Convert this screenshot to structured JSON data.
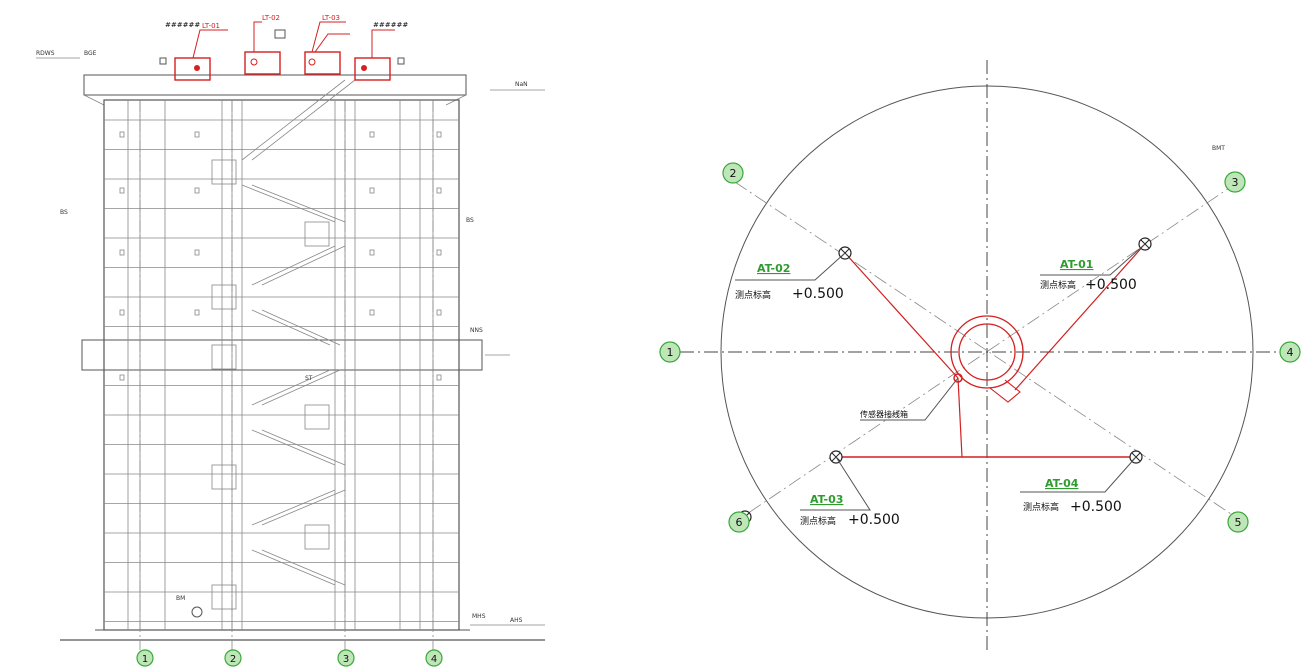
{
  "elevation": {
    "grid_labels": [
      "1",
      "2",
      "3",
      "4"
    ],
    "sensor_tags": [
      "LT-01",
      "LT-02",
      "LT-03"
    ],
    "tiny_notes": {
      "top_left": [
        "RDWS",
        "BGE"
      ],
      "right_upper": "NaN",
      "mid_left": "BS",
      "mid_right": "BS",
      "mid_band": "NNS",
      "bottom_left": "BM",
      "bottom_right": "MHS",
      "bottom_right2": "AHS",
      "stair_note": "ST"
    }
  },
  "plan": {
    "note_top_right": "BMT",
    "axis_labels": [
      "1",
      "2",
      "3",
      "4",
      "5",
      "6"
    ],
    "points": [
      {
        "tag": "AT-02",
        "level": "+0.500",
        "prefix": "测点标高"
      },
      {
        "tag": "AT-01",
        "level": "+0.500",
        "prefix": "测点标高"
      },
      {
        "tag": "AT-03",
        "level": "+0.500",
        "prefix": "测点标高"
      },
      {
        "tag": "AT-04",
        "level": "+0.500",
        "prefix": "测点标高"
      }
    ],
    "center_label": "传感器接线箱"
  },
  "colors": {
    "line": "#555555",
    "accent_red": "#d42020",
    "bubble_green": "#bfe6b8",
    "label_green": "#2e9c2e"
  }
}
